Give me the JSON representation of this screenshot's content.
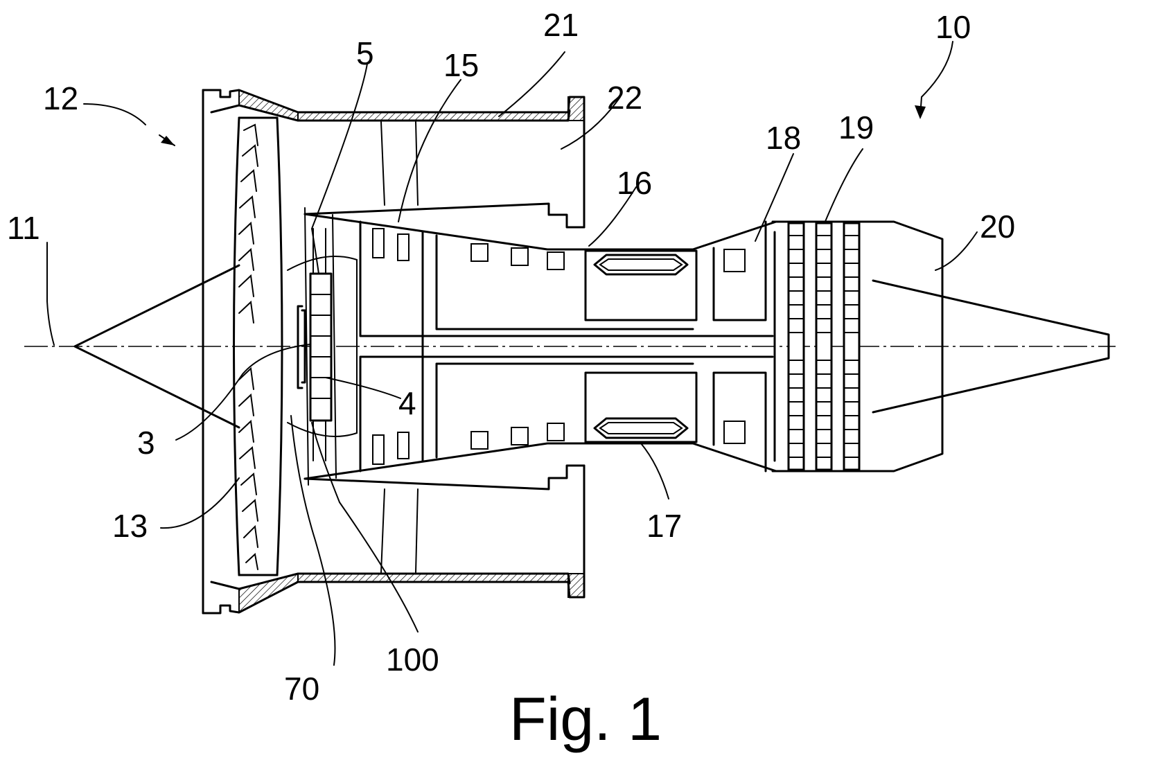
{
  "figure": {
    "caption": "Fig. 1",
    "labels": {
      "l3": "3",
      "l4": "4",
      "l5": "5",
      "l10": "10",
      "l11": "11",
      "l12": "12",
      "l13": "13",
      "l15": "15",
      "l16": "16",
      "l17": "17",
      "l18": "18",
      "l19": "19",
      "l20": "20",
      "l21": "21",
      "l22": "22",
      "l70": "70",
      "l100": "100"
    }
  }
}
